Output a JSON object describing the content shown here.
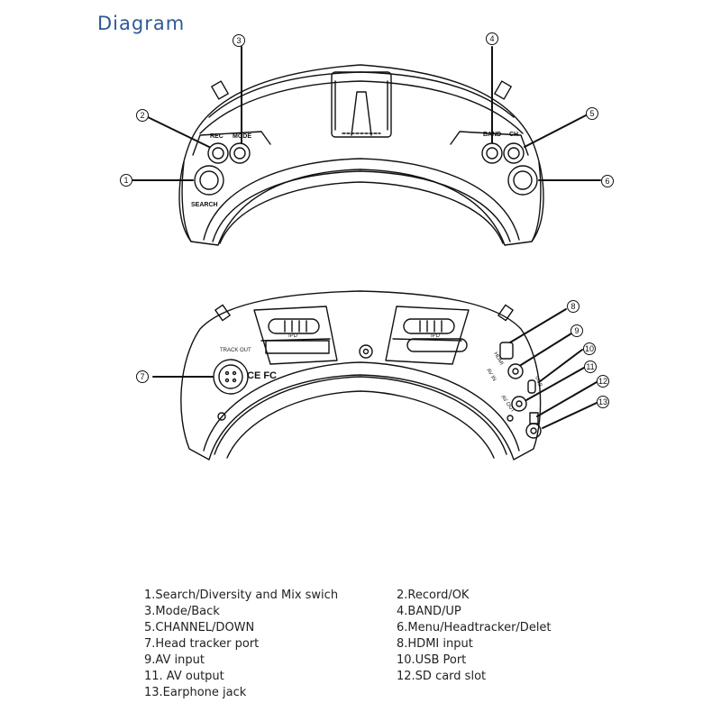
{
  "title": "Diagram",
  "top_view": {
    "button_labels": {
      "rec": "REC",
      "mode": "MODE",
      "search": "SEARCH",
      "band": "BAND",
      "ch": "CH"
    },
    "callouts": [
      "1",
      "2",
      "3",
      "4",
      "5",
      "6"
    ]
  },
  "bottom_view": {
    "port_labels": {
      "track_out": "TRACK OUT",
      "ipd_left": "IPD",
      "ipd_right": "IPD",
      "hdmi": "HDMI",
      "av_in": "AV IN",
      "usb": "USB",
      "av_out": "AV OUT",
      "cert": "CE FC"
    },
    "callouts": [
      "7",
      "8",
      "9",
      "10",
      "11",
      "12",
      "13"
    ]
  },
  "legend": {
    "left": [
      "1.Search/Diversity and Mix swich",
      "3.Mode/Back",
      "5.CHANNEL/DOWN",
      "7.Head tracker port",
      "9.AV input",
      "11. AV output",
      "13.Earphone jack"
    ],
    "right": [
      "2.Record/OK",
      "4.BAND/UP",
      "6.Menu/Headtracker/Delet",
      "8.HDMI input",
      "10.USB Port",
      "12.SD card slot"
    ]
  }
}
